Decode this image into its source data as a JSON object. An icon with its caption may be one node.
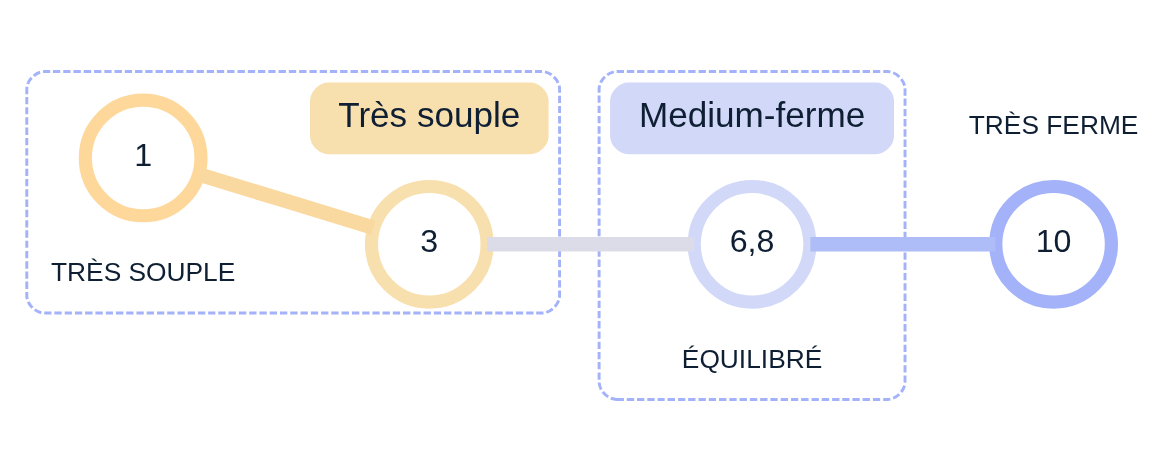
{
  "diagram": {
    "nodes": [
      {
        "text": [],
        "shape": "box"
      },
      {
        "text": [
          "Très souple"
        ],
        "in": 0
      },
      {
        "text": [
          "1"
        ],
        "in": 0,
        "beside": [
          "TRÈS SOUPLE"
        ]
      },
      {
        "text": [
          "3"
        ],
        "in": 0
      },
      {
        "text": [],
        "shape": "box"
      },
      {
        "text": [
          "Medium-ferme"
        ],
        "in": 4
      },
      {
        "text": [
          "6,8"
        ],
        "in": 4,
        "beside": [
          "ÉQUILIBRÉ"
        ]
      },
      {
        "text": [
          "10"
        ],
        "beside": [
          "TRÈS FERME"
        ]
      }
    ],
    "edges": [
      {
        "from": 2,
        "to": 3,
        "arrow": "none",
        "color": "#f9d9a0"
      },
      {
        "from": 3,
        "to": 6,
        "arrow": "none",
        "color": "#dcdce8"
      },
      {
        "from": 6,
        "to": 7,
        "arrow": "none",
        "color": "#aebcf8"
      }
    ]
  }
}
